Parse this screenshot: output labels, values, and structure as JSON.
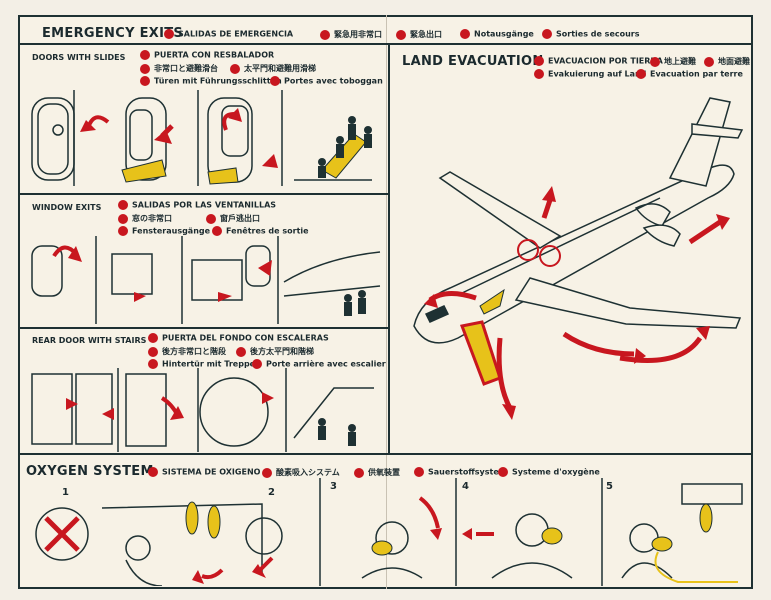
{
  "header": {
    "title": "EMERGENCY EXITS",
    "langs": [
      "SALIDAS DE EMERGENCIA",
      "緊急用非常口",
      "緊急出口",
      "Notausgänge",
      "Sorties de secours"
    ]
  },
  "doors": {
    "title": "DOORS WITH SLIDES",
    "langs": [
      "PUERTA CON RESBALADOR",
      "非常口と避難滑台",
      "太平門和避難用滑梯",
      "Türen mit Führungsschlitten",
      "Portes avec toboggan"
    ]
  },
  "window": {
    "title": "WINDOW EXITS",
    "langs": [
      "SALIDAS POR LAS VENTANILLAS",
      "窓の非常口",
      "窗戶逃出口",
      "Fensterausgänge",
      "Fenêtres de sortie"
    ]
  },
  "rear": {
    "title": "REAR DOOR WITH STAIRS",
    "langs": [
      "PUERTA DEL FONDO CON ESCALERAS",
      "後方非常口と階段",
      "後方太平門和階梯",
      "Hintertür mit Treppen",
      "Porte arrière avec escalier"
    ]
  },
  "land": {
    "title": "LAND EVACUATION",
    "langs": [
      "EVACUACION POR TIERRA",
      "地上避難",
      "地面避難",
      "Evakuierung auf Land",
      "Evacuation par terre"
    ]
  },
  "oxygen": {
    "title": "OXYGEN SYSTEM",
    "langs": [
      "SISTEMA DE OXIGENO",
      "酸素吸入システム",
      "供氧裝置",
      "Sauerstoffsystem",
      "Systeme d'oxygène"
    ],
    "steps": [
      "1",
      "2",
      "3",
      "4",
      "5"
    ]
  },
  "colors": {
    "accent": "#c8171f",
    "ink": "#1e3133",
    "paper": "#f7f2e6",
    "yellow": "#e7c21a"
  }
}
